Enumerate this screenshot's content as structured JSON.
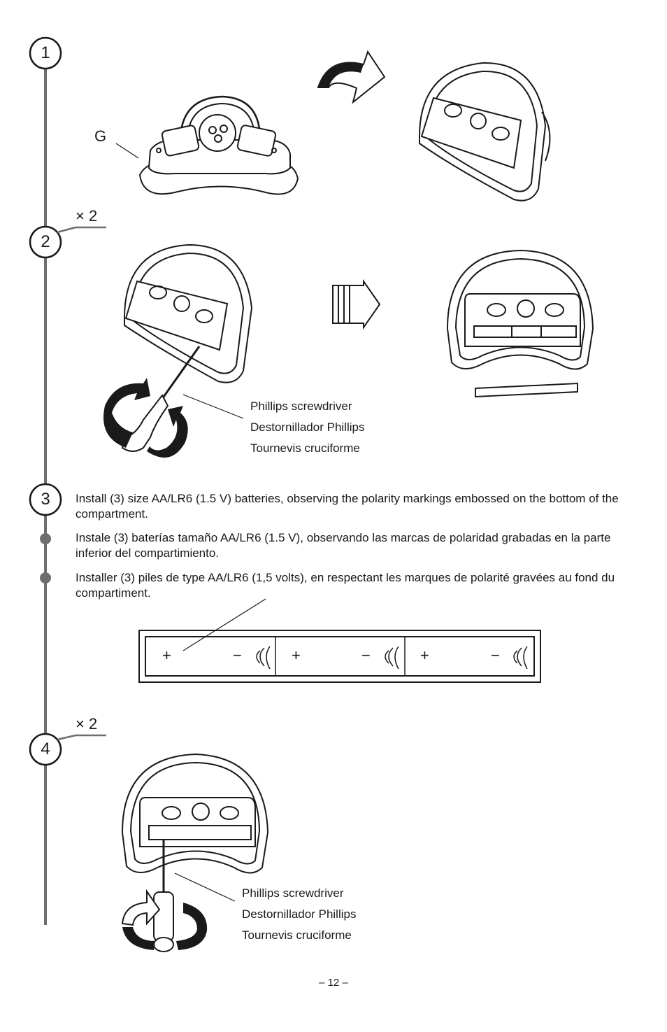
{
  "steps": [
    {
      "number": "1"
    },
    {
      "number": "2",
      "multiplier": "× 2"
    },
    {
      "number": "3"
    },
    {
      "number": "4",
      "multiplier": "× 2"
    }
  ],
  "step1": {
    "part_label": "G"
  },
  "step2": {
    "tool_caption": [
      "Phillips screwdriver",
      "Destornillador Phillips",
      "Tournevis cruciforme"
    ]
  },
  "step3": {
    "instructions": [
      "Install (3) size AA/LR6 (1.5 V) batteries, observing the polarity markings embossed on the bottom of the compartment.",
      "Instale (3) baterías tamaño AA/LR6 (1.5 V), observando las marcas de polaridad grabadas en la parte inferior del compartimiento.",
      "Installer (3) piles de type AA/LR6 (1,5 volts), en respectant les marques de polarité gravées au fond du compartiment."
    ],
    "battery_slots": [
      {
        "plus": "+",
        "minus": "−"
      },
      {
        "plus": "+",
        "minus": "−"
      },
      {
        "plus": "+",
        "minus": "−"
      }
    ]
  },
  "step4": {
    "tool_caption": [
      "Phillips screwdriver",
      "Destornillador Phillips",
      "Tournevis cruciforme"
    ]
  },
  "footer": {
    "page_number": "– 12 –"
  },
  "colors": {
    "timeline": "#6e6e6e",
    "ink": "#1a1a1a"
  }
}
